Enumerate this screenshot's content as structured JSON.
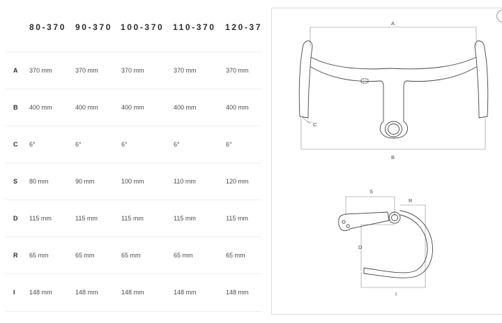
{
  "columns": [
    "80-370",
    "90-370",
    "100-370",
    "110-370",
    "120-37"
  ],
  "rows": [
    {
      "key": "A",
      "values": [
        "370 mm",
        "370 mm",
        "370 mm",
        "370 mm",
        "370 mm"
      ]
    },
    {
      "key": "B",
      "values": [
        "400 mm",
        "400 mm",
        "400 mm",
        "400 mm",
        "400 mm"
      ]
    },
    {
      "key": "C",
      "values": [
        "6°",
        "6°",
        "6°",
        "6°",
        "6°"
      ]
    },
    {
      "key": "S",
      "values": [
        "80 mm",
        "90 mm",
        "100 mm",
        "110 mm",
        "120 mm"
      ]
    },
    {
      "key": "D",
      "values": [
        "115 mm",
        "115 mm",
        "115 mm",
        "115 mm",
        "115 mm"
      ]
    },
    {
      "key": "R",
      "values": [
        "65 mm",
        "65 mm",
        "65 mm",
        "65 mm",
        "65 mm"
      ]
    },
    {
      "key": "I",
      "values": [
        "148 mm",
        "148 mm",
        "148 mm",
        "148 mm",
        "148 mm"
      ]
    }
  ],
  "diagram": {
    "front_labels": {
      "a": "A",
      "b": "B",
      "c": "C"
    },
    "side_labels": {
      "s": "S",
      "r": "R",
      "d": "D",
      "i": "I"
    }
  }
}
